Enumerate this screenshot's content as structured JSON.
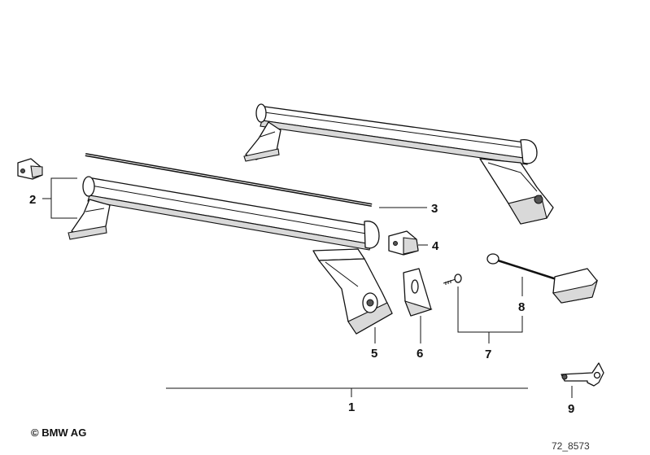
{
  "callouts": {
    "c1": "1",
    "c2": "2",
    "c3": "3",
    "c4": "4",
    "c5": "5",
    "c6": "6",
    "c7": "7",
    "c8": "8",
    "c9": "9"
  },
  "footer": {
    "copyright": "© BMW AG",
    "drawing_number": "72_8573"
  }
}
